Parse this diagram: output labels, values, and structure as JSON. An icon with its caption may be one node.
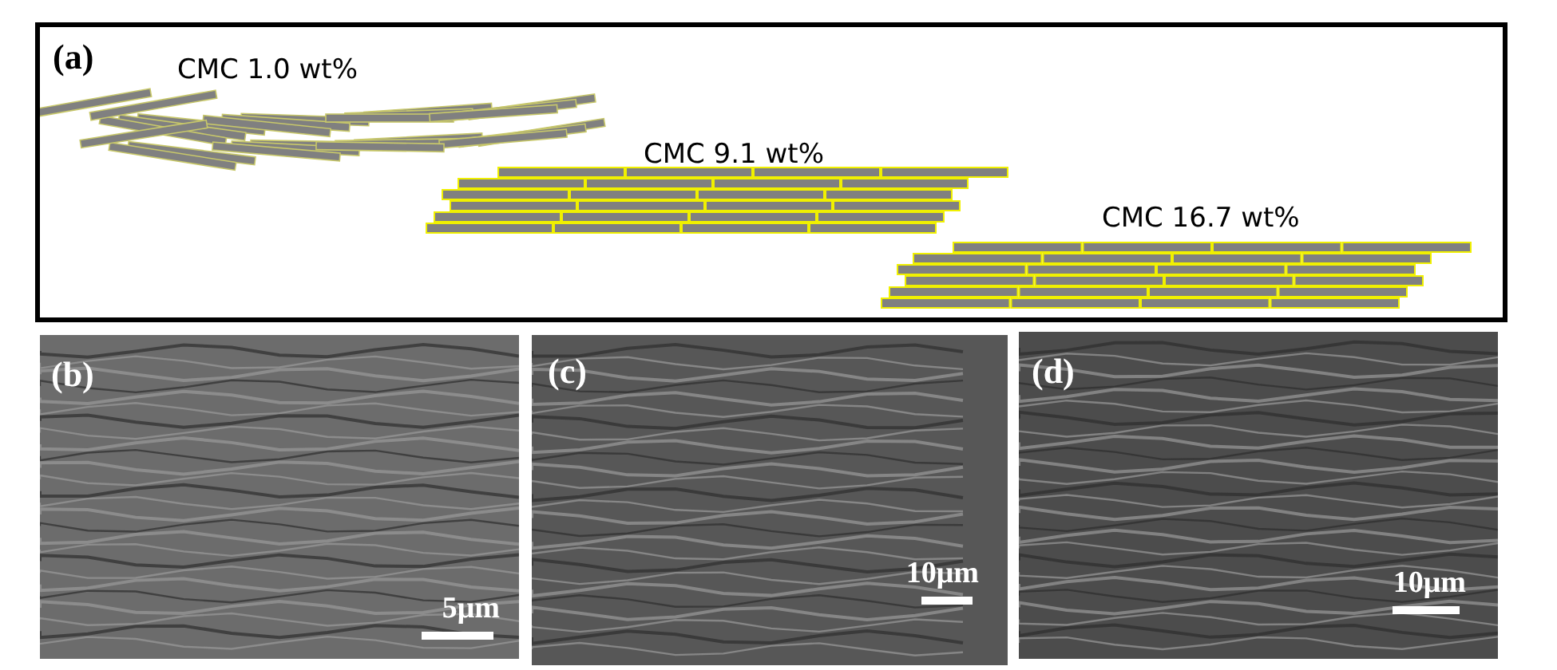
{
  "diagram": {
    "nodes": [
      {
        "text": [
          "(a)",
          "CMC 1.0 wt%",
          "CMC 9.1 wt%",
          "CMC 16.7 wt%"
        ]
      },
      {
        "text": [
          "(b)",
          "5μm"
        ]
      },
      {
        "text": [
          "(c)",
          "10μm"
        ]
      },
      {
        "text": [
          "(d)",
          "10μm"
        ]
      }
    ]
  }
}
